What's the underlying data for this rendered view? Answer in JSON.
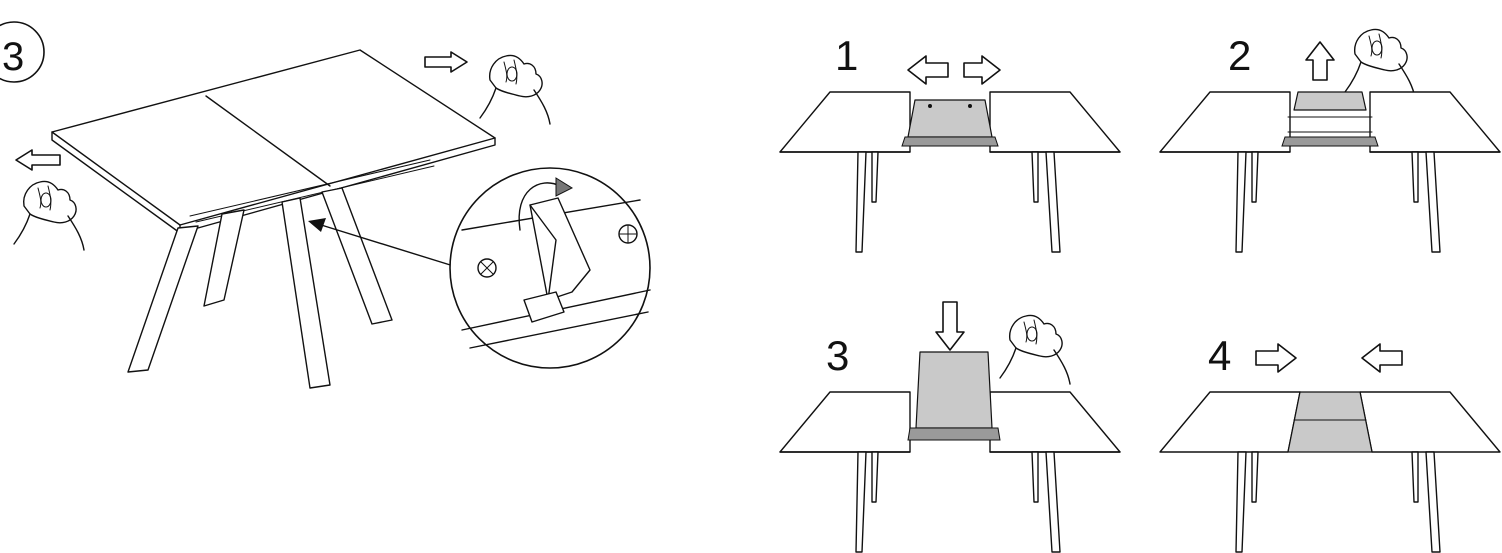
{
  "main_step": {
    "number": "3"
  },
  "sub_steps": [
    {
      "number": "1"
    },
    {
      "number": "2"
    },
    {
      "number": "3"
    },
    {
      "number": "4"
    }
  ],
  "colors": {
    "line": "#111111",
    "insert_panel": "#c9c9c9",
    "background": "#ffffff"
  },
  "icons": [
    "arrow-left-icon",
    "arrow-right-icon",
    "arrow-up-icon",
    "arrow-down-icon",
    "hand-icon",
    "latch-detail-icon"
  ]
}
